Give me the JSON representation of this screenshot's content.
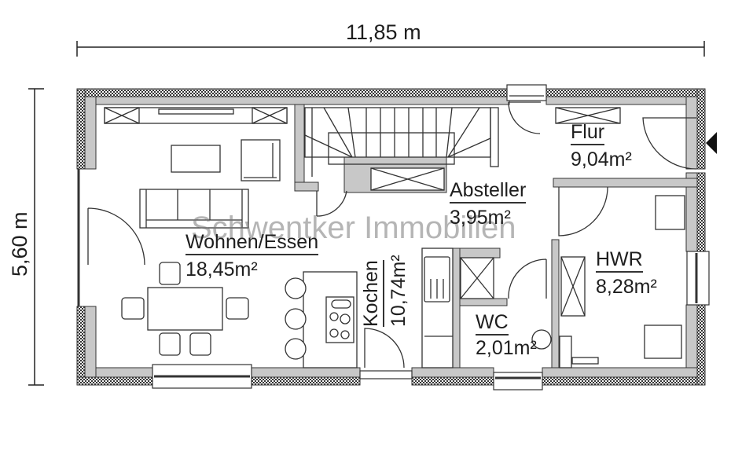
{
  "dimensions": {
    "width_label": "11,85 m",
    "height_label": "5,60 m"
  },
  "watermark": "Schwentker Immobilien",
  "rooms": [
    {
      "name": "Wohnen/Essen",
      "area": "18,45m²"
    },
    {
      "name": "Kochen",
      "area": "10,74m²"
    },
    {
      "name": "Absteller",
      "area": "3,95m²"
    },
    {
      "name": "Flur",
      "area": "9,04m²"
    },
    {
      "name": "HWR",
      "area": "8,28m²"
    },
    {
      "name": "WC",
      "area": "2,01m²"
    }
  ],
  "icons": {
    "entrance": "entrance-arrow-icon"
  },
  "colors": {
    "wall_fill": "#c8c8c8",
    "wall_line": "#333333",
    "hatch": "#3a3a3a",
    "background": "#ffffff"
  }
}
